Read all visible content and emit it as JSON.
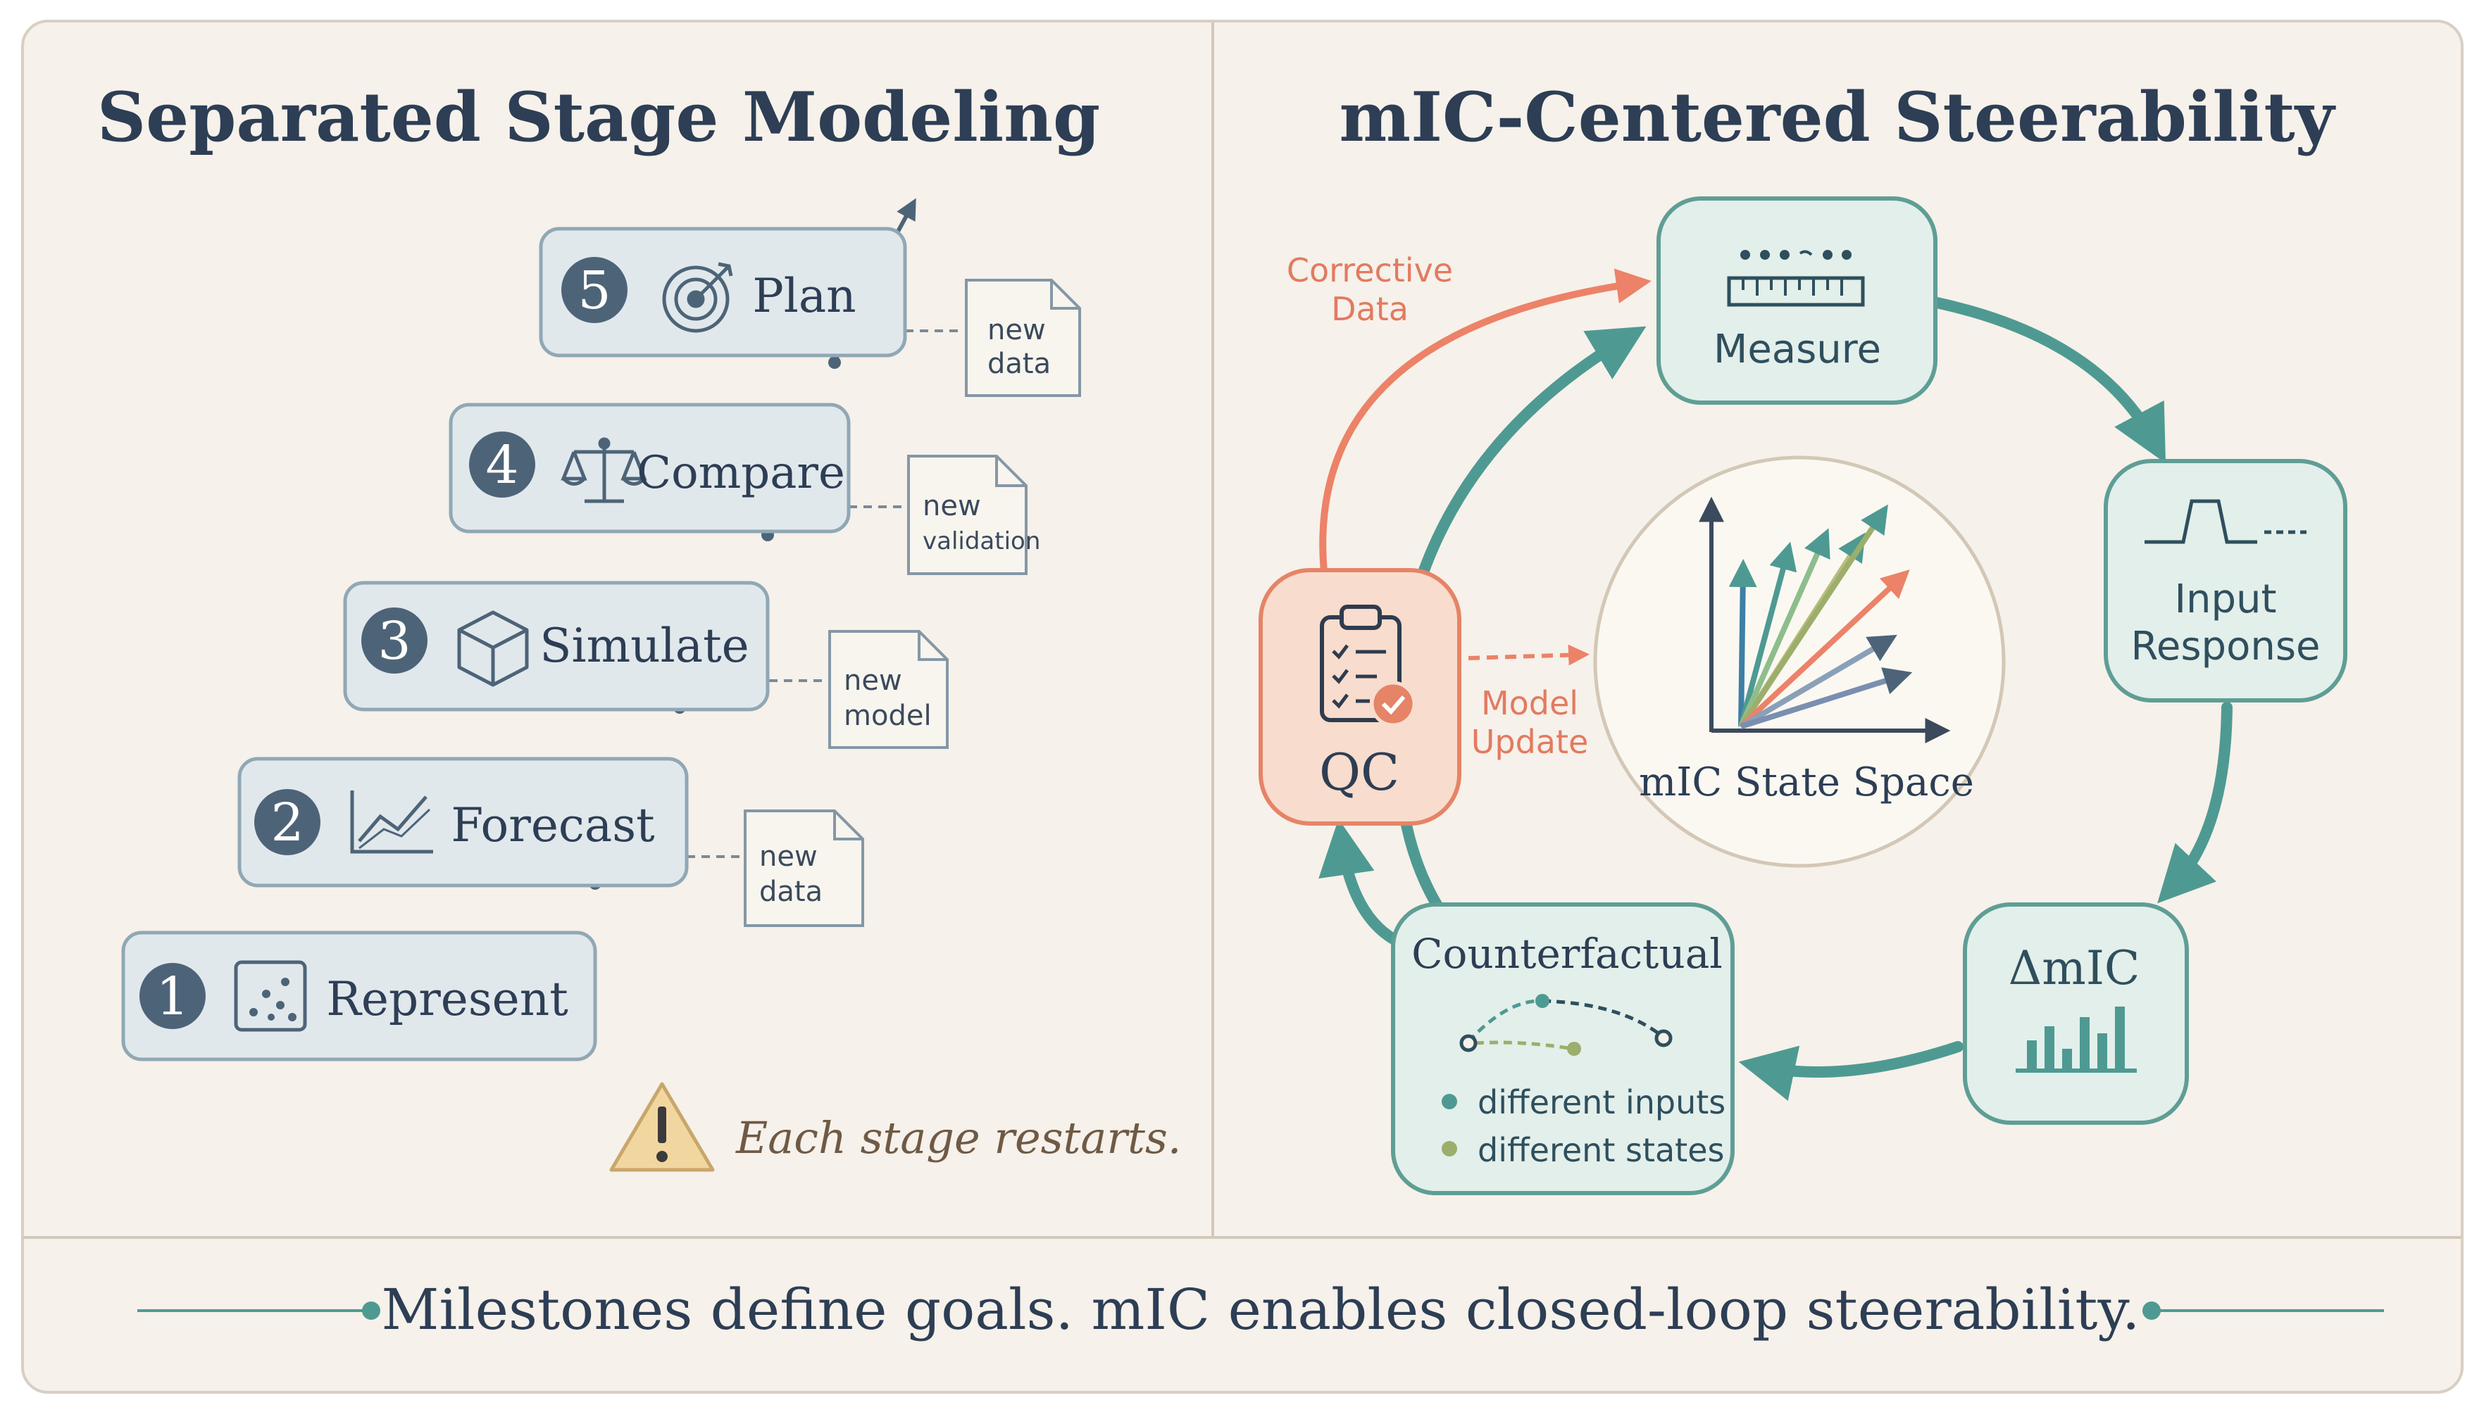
{
  "left_panel": {
    "title": "Separated Stage Modeling",
    "stages": [
      {
        "number": "1",
        "label": "Represent",
        "icon": "scatter-icon"
      },
      {
        "number": "2",
        "label": "Forecast",
        "icon": "line-chart-icon"
      },
      {
        "number": "3",
        "label": "Simulate",
        "icon": "cube-icon"
      },
      {
        "number": "4",
        "label": "Compare",
        "icon": "scales-icon"
      },
      {
        "number": "5",
        "label": "Plan",
        "icon": "target-icon"
      }
    ],
    "docs": [
      {
        "line1": "new",
        "line2": "data"
      },
      {
        "line1": "new",
        "line2": "model"
      },
      {
        "line1": "new",
        "line2": "validation"
      },
      {
        "line1": "new",
        "line2": "data"
      }
    ],
    "warning": "Each stage restarts."
  },
  "right_panel": {
    "title": "mIC-Centered Steerability",
    "nodes": {
      "measure": "Measure",
      "input_response_1": "Input",
      "input_response_2": "Response",
      "delta_mic": "ΔmIC",
      "counterfactual": "Counterfactual",
      "cf_item_1": "different inputs",
      "cf_item_2": "different states",
      "qc": "QC"
    },
    "center": "mIC State Space",
    "corrective_1": "Corrective",
    "corrective_2": "Data",
    "model_update_1": "Model",
    "model_update_2": "Update"
  },
  "footer": "Milestones define goals. mIC enables closed-loop steerability.",
  "colors": {
    "background": "#f6f1ea",
    "teal": "#4e9a92",
    "slate": "#4d6478",
    "coral": "#ec8268",
    "navy": "#2d3e55",
    "warning": "#f2d6a0"
  }
}
